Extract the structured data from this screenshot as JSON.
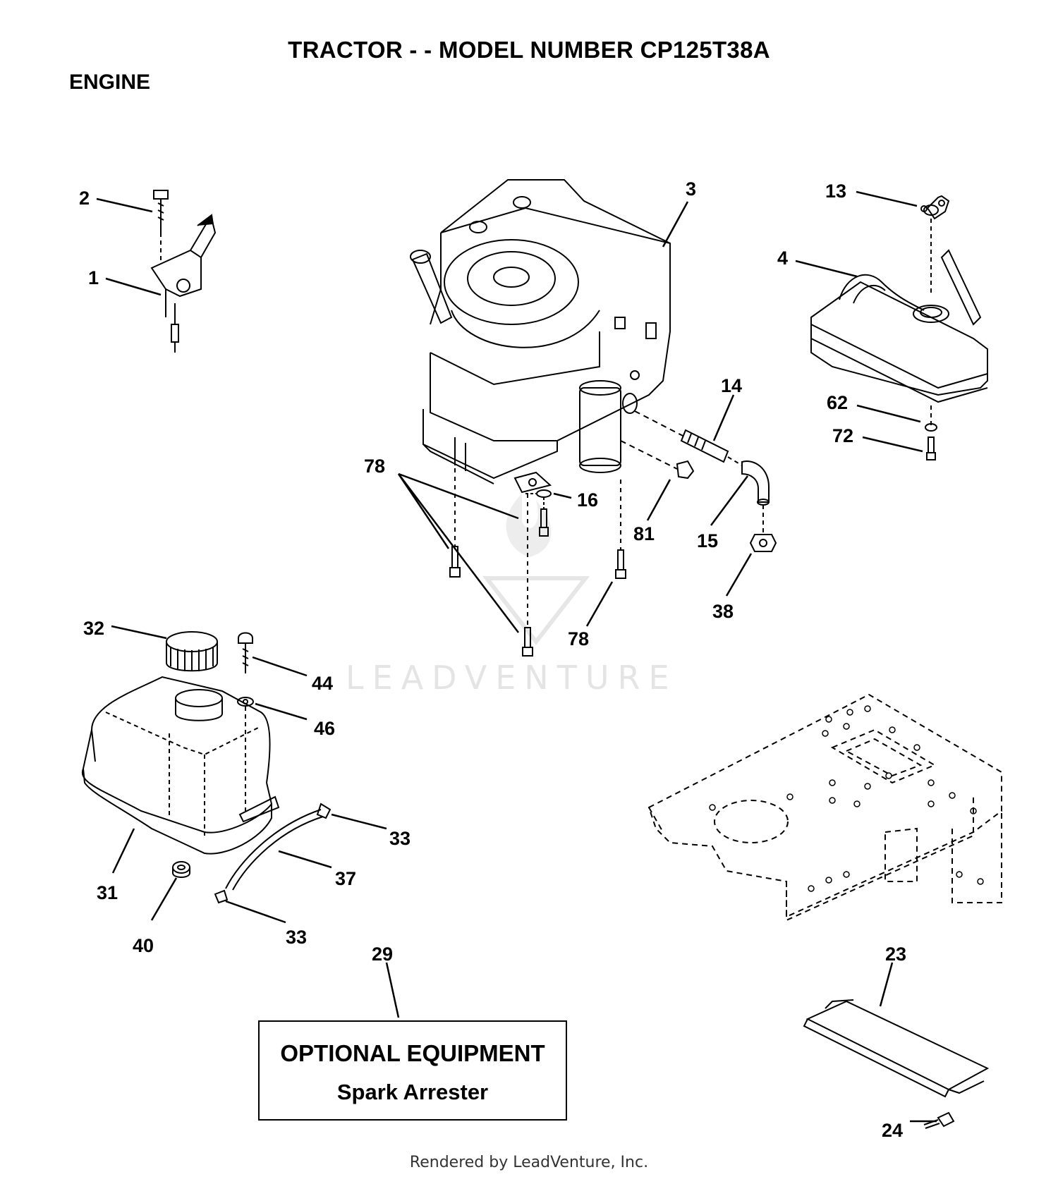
{
  "header": {
    "title": "TRACTOR - - MODEL NUMBER CP125T38A",
    "section": "ENGINE"
  },
  "callouts": [
    {
      "id": "c2",
      "label": "2"
    },
    {
      "id": "c1",
      "label": "1"
    },
    {
      "id": "c3",
      "label": "3"
    },
    {
      "id": "c13",
      "label": "13"
    },
    {
      "id": "c4",
      "label": "4"
    },
    {
      "id": "c14",
      "label": "14"
    },
    {
      "id": "c62",
      "label": "62"
    },
    {
      "id": "c72",
      "label": "72"
    },
    {
      "id": "c78a",
      "label": "78"
    },
    {
      "id": "c16",
      "label": "16"
    },
    {
      "id": "c81",
      "label": "81"
    },
    {
      "id": "c15",
      "label": "15"
    },
    {
      "id": "c38",
      "label": "38"
    },
    {
      "id": "c78b",
      "label": "78"
    },
    {
      "id": "c32",
      "label": "32"
    },
    {
      "id": "c44",
      "label": "44"
    },
    {
      "id": "c46",
      "label": "46"
    },
    {
      "id": "c33a",
      "label": "33"
    },
    {
      "id": "c37",
      "label": "37"
    },
    {
      "id": "c31",
      "label": "31"
    },
    {
      "id": "c40",
      "label": "40"
    },
    {
      "id": "c33b",
      "label": "33"
    },
    {
      "id": "c29",
      "label": "29"
    },
    {
      "id": "c23",
      "label": "23"
    },
    {
      "id": "c24",
      "label": "24"
    }
  ],
  "optional_equipment": {
    "title": "OPTIONAL EQUIPMENT",
    "item": "Spark Arrester"
  },
  "watermark": "LEADVENTURE",
  "footer": "Rendered by LeadVenture, Inc."
}
